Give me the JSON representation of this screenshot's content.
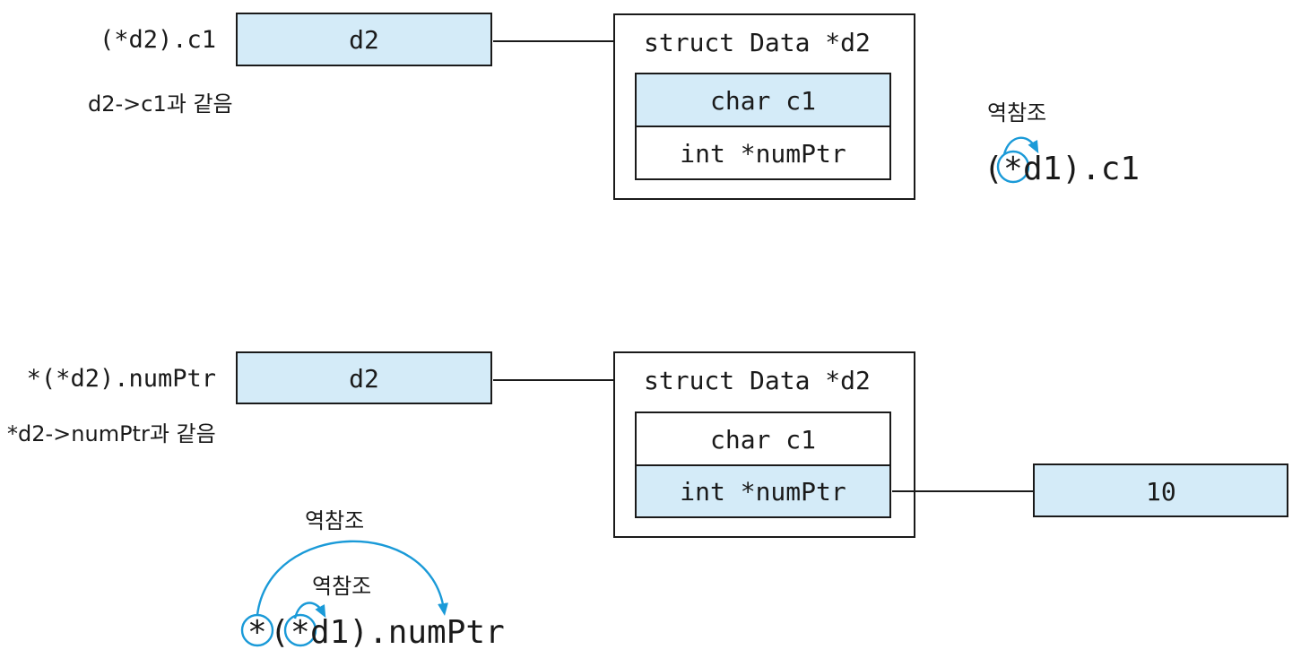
{
  "top": {
    "expr_label": "(*d2).c1",
    "note": "d2->c1과 같음",
    "pointer_box": "d2",
    "struct_title": "struct Data *d2",
    "field1": "char c1",
    "field2": "int *numPtr",
    "deref_label": "역참조",
    "example_star": "*",
    "example_open": "(",
    "example_rest": "d1).c1"
  },
  "bottom": {
    "expr_label": "*(*d2).numPtr",
    "note": "*d2->numPtr과 같음",
    "pointer_box": "d2",
    "struct_title": "struct Data *d2",
    "field1": "char c1",
    "field2": "int *numPtr",
    "value_box": "10",
    "deref_outer_label": "역참조",
    "deref_inner_label": "역참조",
    "example_star_outer": "*",
    "example_open": "(",
    "example_star_inner": "*",
    "example_rest": "d1).numPtr"
  },
  "colors": {
    "highlight": "#d4ebf8",
    "accent": "#1a9ad8",
    "ink": "#1a1a1a"
  }
}
